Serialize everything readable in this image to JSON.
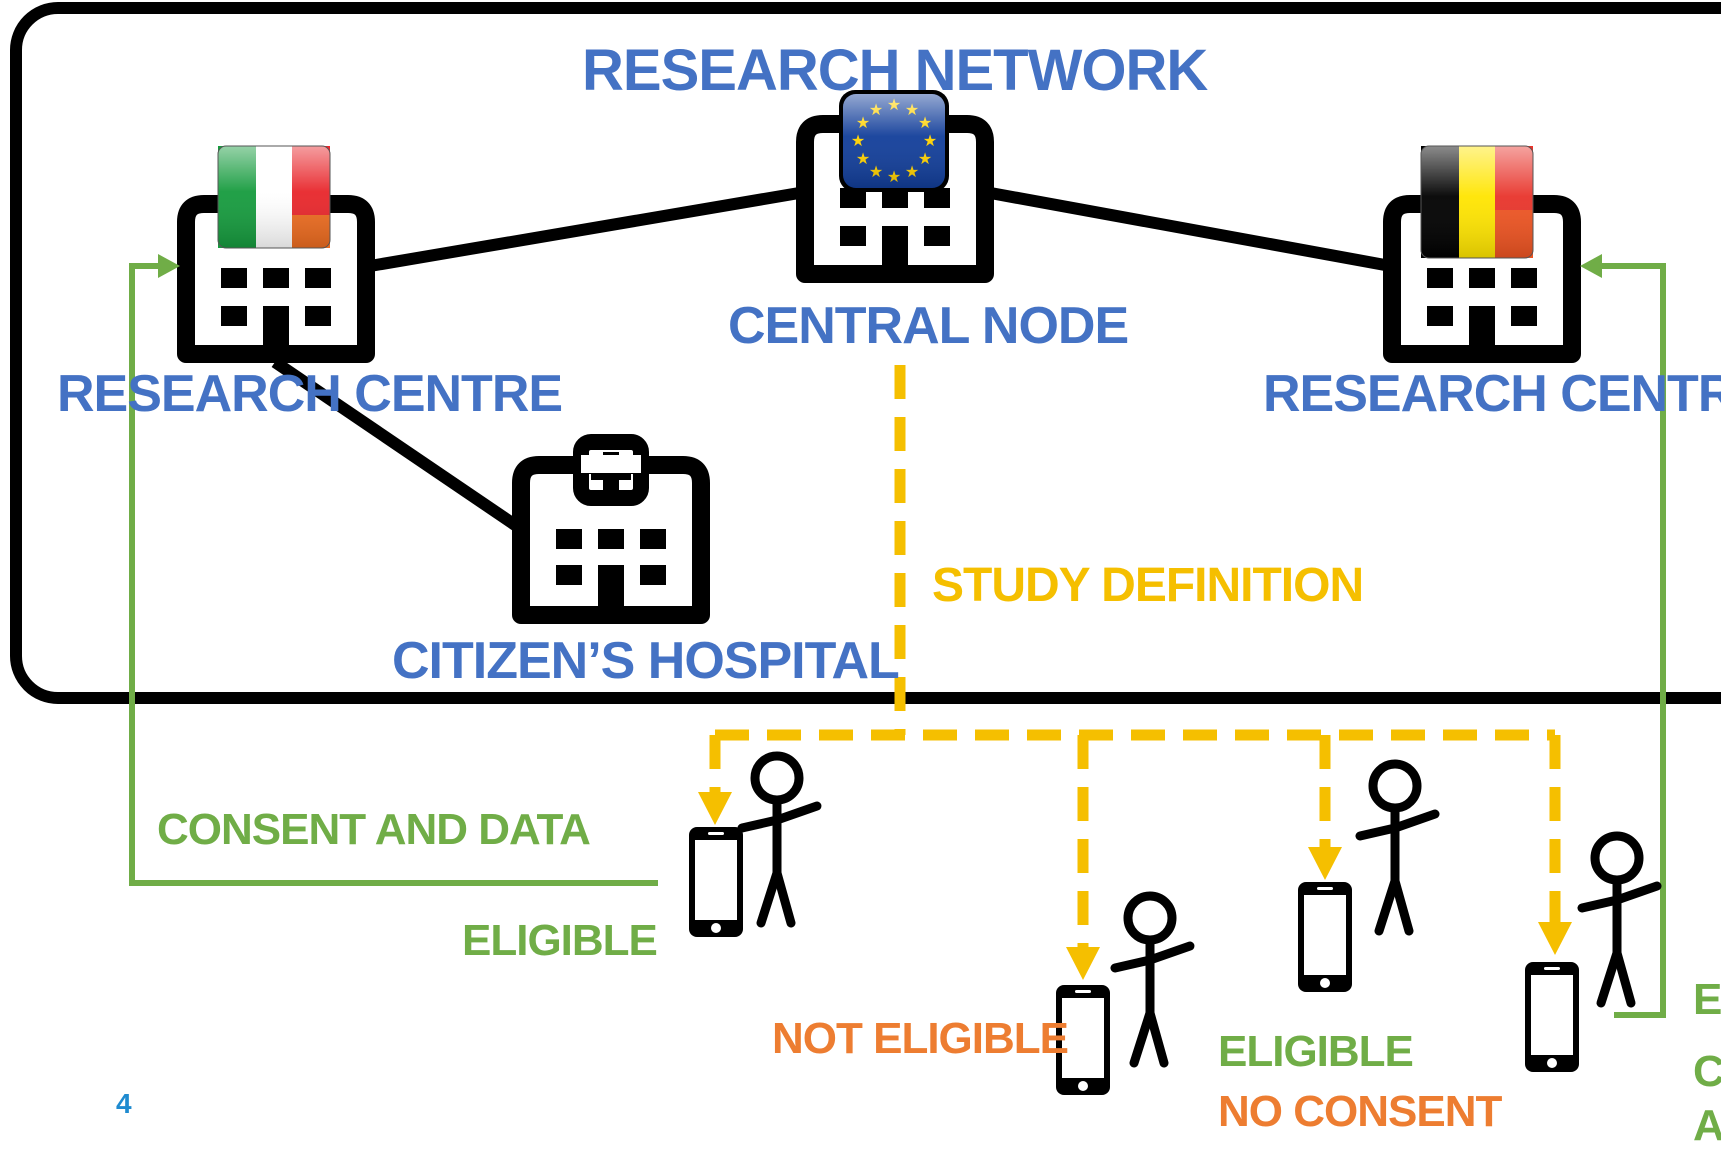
{
  "network": {
    "title": "RESEARCH NETWORK",
    "central_node": "CENTRAL NODE",
    "research_centre_left": "RESEARCH CENTRE",
    "research_centre_right": "RESEARCH CENTRE",
    "citizens_hospital": "CITIZEN’S HOSPITAL"
  },
  "flows": {
    "study_definition": "STUDY DEFINITION",
    "consent_and_data": "CONSENT AND DATA"
  },
  "participants": {
    "eligible_left": "ELIGIBLE",
    "not_eligible": "NOT ELIGIBLE",
    "eligible_no_consent_line1": "ELIGIBLE",
    "eligible_no_consent_line2": "NO CONSENT",
    "right_cut_1": "E",
    "right_cut_2": "C",
    "right_cut_3": "A"
  },
  "page_number": "4",
  "colors": {
    "blue_text": "#4472C4",
    "gold_dashed": "#F5BF00",
    "green_flow": "#70AD47",
    "orange_text": "#ED7D31",
    "outline": "#000000"
  },
  "icons": [
    "italy-flag-icon",
    "eu-flag-icon",
    "belgium-flag-icon",
    "building-icon",
    "hospital-icon",
    "smartphone-icon",
    "stick-figure-icon"
  ]
}
